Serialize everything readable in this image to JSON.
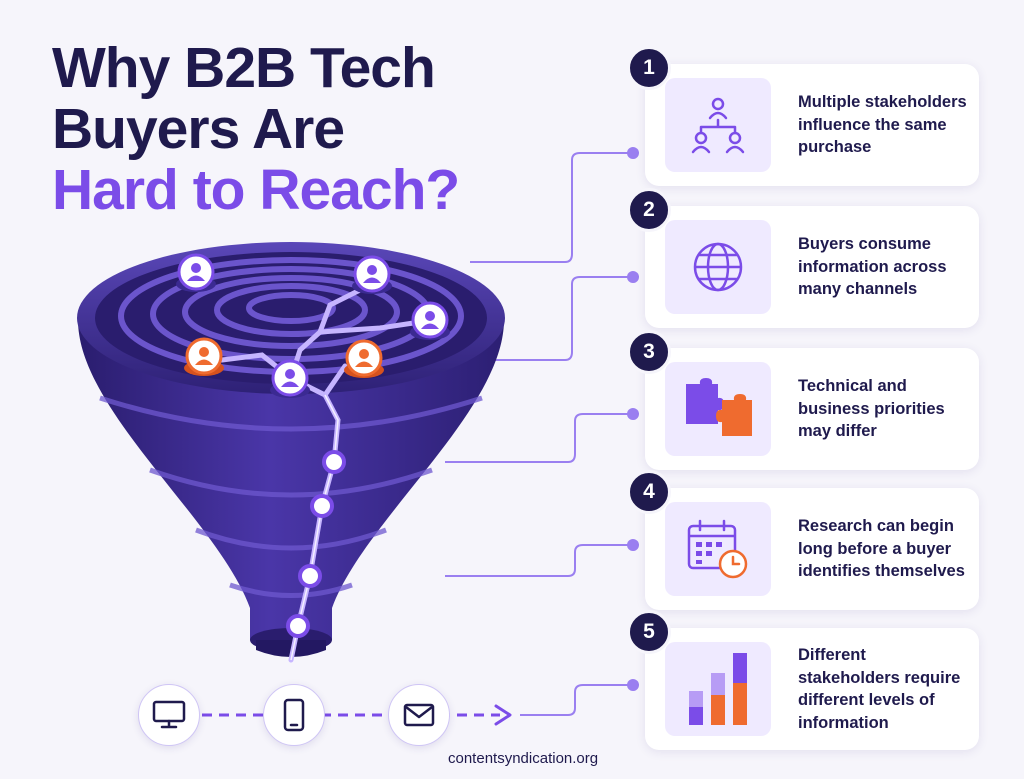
{
  "title": {
    "line1": "Why B2B Tech",
    "line2": "Buyers Are",
    "line3": "Hard to Reach?"
  },
  "colors": {
    "navy": "#1f1a4d",
    "purple": "#7b4ce8",
    "orange": "#ef6b2f",
    "funnel": "#3c2b8f"
  },
  "items": [
    {
      "number": "1",
      "text": "Multiple stakeholders influence the same purchase",
      "icon": "org-chart-people-icon"
    },
    {
      "number": "2",
      "text": "Buyers consume information across many channels",
      "icon": "globe-icon"
    },
    {
      "number": "3",
      "text": "Technical and business priorities may differ",
      "icon": "puzzle-pieces-icon"
    },
    {
      "number": "4",
      "text": "Research can begin long before a buyer identifies themselves",
      "icon": "calendar-clock-icon"
    },
    {
      "number": "5",
      "text": "Different stakeholders require different levels of information",
      "icon": "bar-chart-icon"
    }
  ],
  "devices": [
    "monitor-icon",
    "smartphone-icon",
    "envelope-icon"
  ],
  "footer": "contentsyndication.org"
}
